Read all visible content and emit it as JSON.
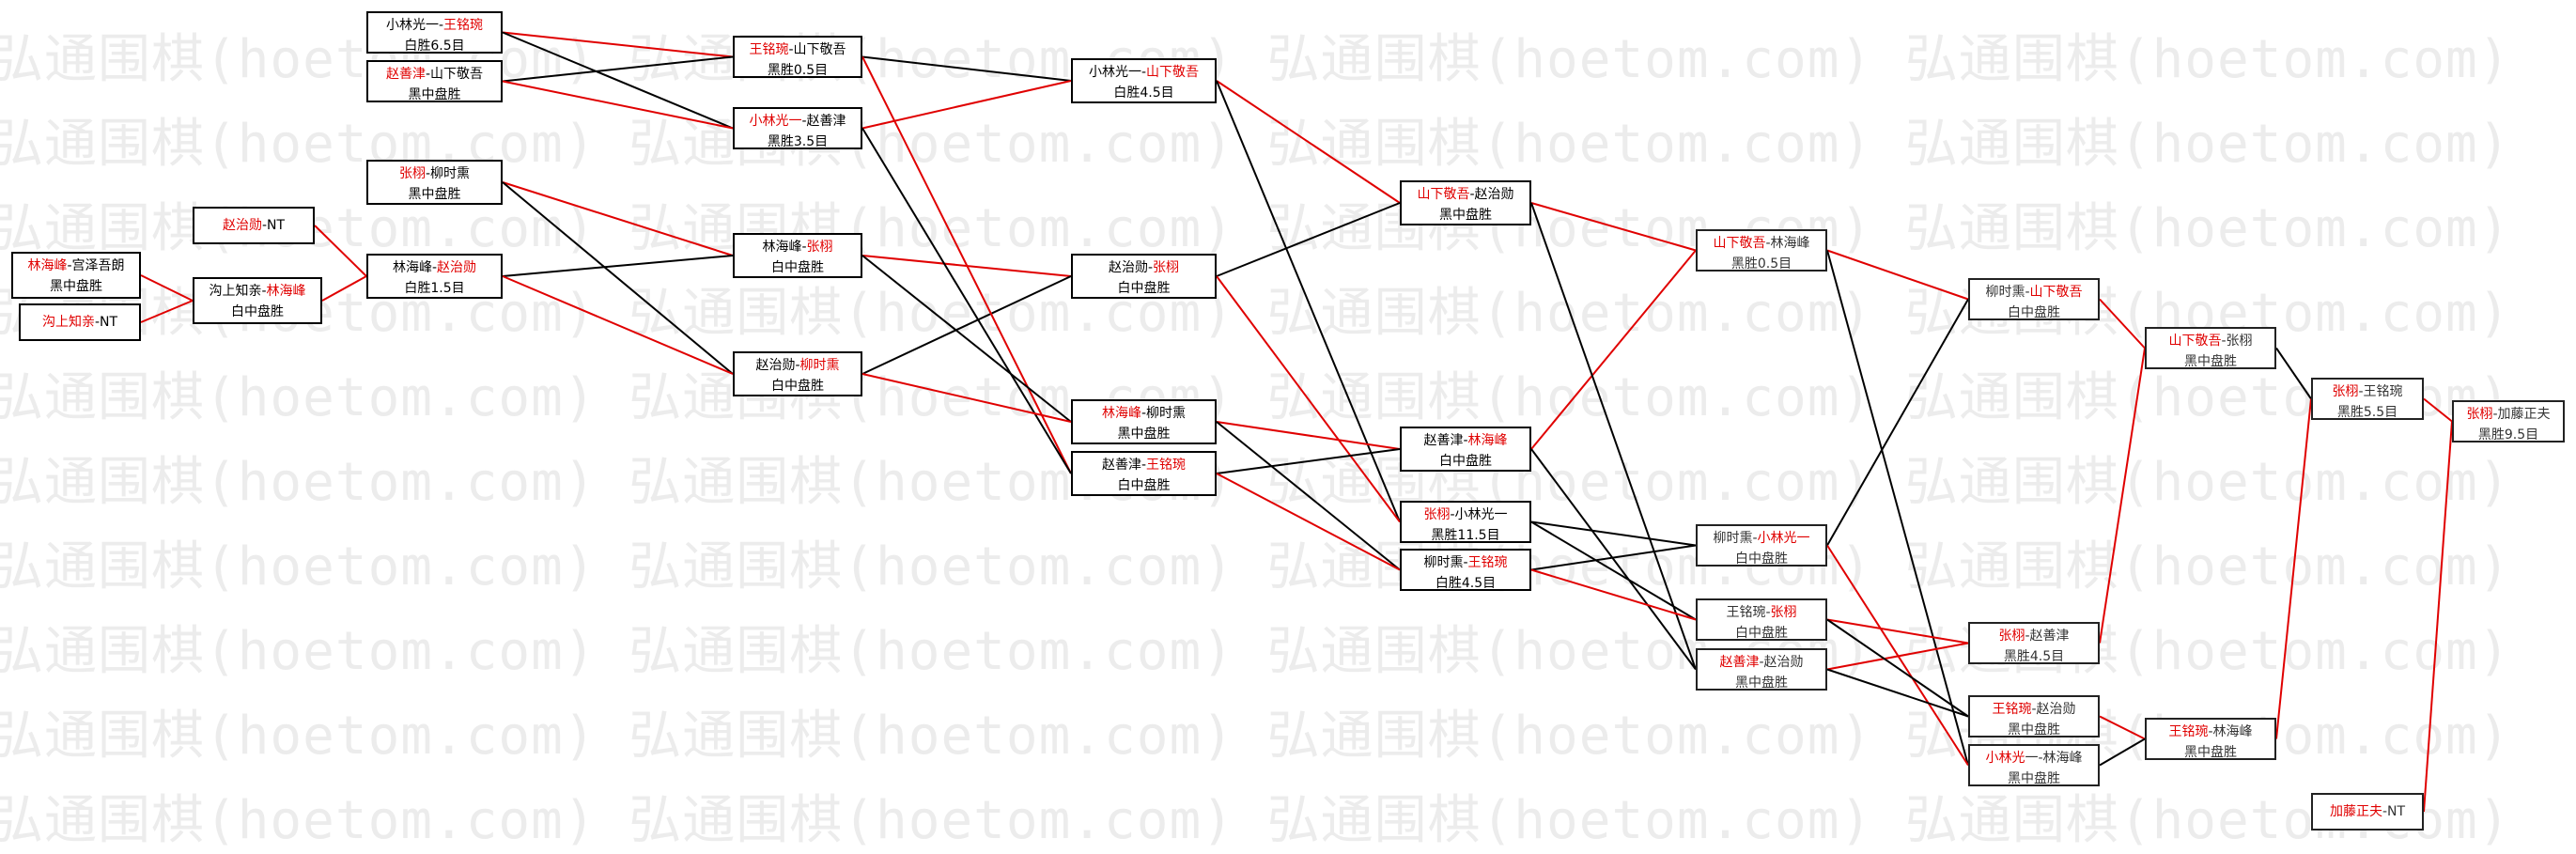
{
  "watermark_text": "弘通围棋(hoetom.com)",
  "colors": {
    "win_line": "#e00000",
    "loss_line": "#000000",
    "winner_name": "#e00000"
  },
  "nodes": [
    {
      "id": "a1",
      "names": [
        {
          "t": "林海峰",
          "w": true
        },
        {
          "t": "-宫泽吾朗",
          "w": false
        }
      ],
      "result": "黑中盘胜"
    },
    {
      "id": "a2",
      "names": [
        {
          "t": "沟上知亲",
          "w": true
        },
        {
          "t": "-NT",
          "w": false
        }
      ],
      "result": ""
    },
    {
      "id": "a3",
      "names": [
        {
          "t": "赵治勋",
          "w": true
        },
        {
          "t": "-NT",
          "w": false
        }
      ],
      "result": ""
    },
    {
      "id": "a4",
      "names": [
        {
          "t": "沟上知亲-",
          "w": false
        },
        {
          "t": "林海峰",
          "w": true
        }
      ],
      "result": "白中盘胜"
    },
    {
      "id": "b1",
      "names": [
        {
          "t": "小林光一-",
          "w": false
        },
        {
          "t": "王铭琬",
          "w": true
        }
      ],
      "result": "白胜6.5目"
    },
    {
      "id": "b2",
      "names": [
        {
          "t": "赵善津",
          "w": true
        },
        {
          "t": "-山下敬吾",
          "w": false
        }
      ],
      "result": "黑中盘胜"
    },
    {
      "id": "b3",
      "names": [
        {
          "t": "张栩",
          "w": true
        },
        {
          "t": "-柳时熏",
          "w": false
        }
      ],
      "result": "黑中盘胜"
    },
    {
      "id": "b4",
      "names": [
        {
          "t": "林海峰-",
          "w": false
        },
        {
          "t": "赵治勋",
          "w": true
        }
      ],
      "result": "白胜1.5目"
    },
    {
      "id": "c1",
      "names": [
        {
          "t": "王铭琬",
          "w": true
        },
        {
          "t": "-山下敬吾",
          "w": false
        }
      ],
      "result": "黑胜0.5目"
    },
    {
      "id": "c2",
      "names": [
        {
          "t": "小林光一",
          "w": true
        },
        {
          "t": "-赵善津",
          "w": false
        }
      ],
      "result": "黑胜3.5目"
    },
    {
      "id": "c3",
      "names": [
        {
          "t": "林海峰-",
          "w": false
        },
        {
          "t": "张栩",
          "w": true
        }
      ],
      "result": "白中盘胜"
    },
    {
      "id": "c4",
      "names": [
        {
          "t": "赵治勋-",
          "w": false
        },
        {
          "t": "柳时熏",
          "w": true
        }
      ],
      "result": "白中盘胜"
    },
    {
      "id": "d1",
      "names": [
        {
          "t": "小林光一-",
          "w": false
        },
        {
          "t": "山下敬吾",
          "w": true
        }
      ],
      "result": "白胜4.5目"
    },
    {
      "id": "d2",
      "names": [
        {
          "t": "赵治勋-",
          "w": false
        },
        {
          "t": "张栩",
          "w": true
        }
      ],
      "result": "白中盘胜"
    },
    {
      "id": "d3",
      "names": [
        {
          "t": "林海峰",
          "w": true
        },
        {
          "t": "-柳时熏",
          "w": false
        }
      ],
      "result": "黑中盘胜"
    },
    {
      "id": "d4",
      "names": [
        {
          "t": "赵善津-",
          "w": false
        },
        {
          "t": "王铭琬",
          "w": true
        }
      ],
      "result": "白中盘胜"
    },
    {
      "id": "e1",
      "names": [
        {
          "t": "山下敬吾",
          "w": true
        },
        {
          "t": "-赵治勋",
          "w": false
        }
      ],
      "result": "黑中盘胜"
    },
    {
      "id": "e2",
      "names": [
        {
          "t": "赵善津-",
          "w": false
        },
        {
          "t": "林海峰",
          "w": true
        }
      ],
      "result": "白中盘胜"
    },
    {
      "id": "e3",
      "names": [
        {
          "t": "张栩",
          "w": true
        },
        {
          "t": "-小林光一",
          "w": false
        }
      ],
      "result": "黑胜11.5目"
    },
    {
      "id": "e4",
      "names": [
        {
          "t": "柳时熏-",
          "w": false
        },
        {
          "t": "王铭琬",
          "w": true
        }
      ],
      "result": "白胜4.5目"
    },
    {
      "id": "f1",
      "names": [
        {
          "t": "山下敬吾",
          "w": true
        },
        {
          "t": "-林海峰",
          "w": false
        }
      ],
      "result": "黑胜0.5目"
    },
    {
      "id": "f2",
      "names": [
        {
          "t": "柳时熏-",
          "w": false
        },
        {
          "t": "小林光一",
          "w": true
        }
      ],
      "result": "白中盘胜"
    },
    {
      "id": "f3",
      "names": [
        {
          "t": "王铭琬-",
          "w": false
        },
        {
          "t": "张栩",
          "w": true
        }
      ],
      "result": "白中盘胜"
    },
    {
      "id": "f4",
      "names": [
        {
          "t": "赵善津",
          "w": true
        },
        {
          "t": "-赵治勋",
          "w": false
        }
      ],
      "result": "黑中盘胜"
    },
    {
      "id": "g1",
      "names": [
        {
          "t": "柳时熏-",
          "w": false
        },
        {
          "t": "山下敬吾",
          "w": true
        }
      ],
      "result": "白中盘胜"
    },
    {
      "id": "g2",
      "names": [
        {
          "t": "张栩",
          "w": true
        },
        {
          "t": "-赵善津",
          "w": false
        }
      ],
      "result": "黑胜4.5目"
    },
    {
      "id": "g3",
      "names": [
        {
          "t": "王铭琬",
          "w": true
        },
        {
          "t": "-赵治勋",
          "w": false
        }
      ],
      "result": "黑中盘胜"
    },
    {
      "id": "g4",
      "names": [
        {
          "t": "小林光",
          "w": true
        },
        {
          "t": "一-林海峰",
          "w": false
        }
      ],
      "result": "黑中盘胜"
    },
    {
      "id": "h1",
      "names": [
        {
          "t": "山下敬吾",
          "w": true
        },
        {
          "t": "-张栩",
          "w": false
        }
      ],
      "result": "黑中盘胜"
    },
    {
      "id": "h2",
      "names": [
        {
          "t": "王铭琬",
          "w": true
        },
        {
          "t": "-林海峰",
          "w": false
        }
      ],
      "result": "黑中盘胜"
    },
    {
      "id": "i1",
      "names": [
        {
          "t": "张栩",
          "w": true
        },
        {
          "t": "-王铭琬",
          "w": false
        }
      ],
      "result": "黑胜5.5目"
    },
    {
      "id": "i2",
      "names": [
        {
          "t": "加藤正夫",
          "w": true
        },
        {
          "t": "-NT",
          "w": false
        }
      ],
      "result": ""
    },
    {
      "id": "j1",
      "names": [
        {
          "t": "张栩",
          "w": true
        },
        {
          "t": "-加藤正夫",
          "w": false
        }
      ],
      "result": "黑胜9.5目"
    }
  ],
  "edges": [
    {
      "from": "a1",
      "to": "a4",
      "win": true
    },
    {
      "from": "a2",
      "to": "a4",
      "win": true
    },
    {
      "from": "a3",
      "to": "b4",
      "win": true
    },
    {
      "from": "a4",
      "to": "b4",
      "win": true
    },
    {
      "from": "b1",
      "to": "c1",
      "win": true
    },
    {
      "from": "b1",
      "to": "c2",
      "win": false
    },
    {
      "from": "b2",
      "to": "c1",
      "win": false
    },
    {
      "from": "b2",
      "to": "c2",
      "win": true
    },
    {
      "from": "b3",
      "to": "c3",
      "win": true
    },
    {
      "from": "b3",
      "to": "c4",
      "win": false
    },
    {
      "from": "b4",
      "to": "c3",
      "win": false
    },
    {
      "from": "b4",
      "to": "c4",
      "win": true
    },
    {
      "from": "c1",
      "to": "d1",
      "win": false
    },
    {
      "from": "c2",
      "to": "d1",
      "win": true
    },
    {
      "from": "c3",
      "to": "d2",
      "win": true
    },
    {
      "from": "c4",
      "to": "d2",
      "win": false
    },
    {
      "from": "c1",
      "to": "d4",
      "win": true
    },
    {
      "from": "c2",
      "to": "d4",
      "win": false
    },
    {
      "from": "c3",
      "to": "d3",
      "win": false
    },
    {
      "from": "c4",
      "to": "d3",
      "win": true
    },
    {
      "from": "d1",
      "to": "e1",
      "win": true
    },
    {
      "from": "d2",
      "to": "e1",
      "win": false
    },
    {
      "from": "d1",
      "to": "e3",
      "win": false
    },
    {
      "from": "d2",
      "to": "e3",
      "win": true
    },
    {
      "from": "d3",
      "to": "e2",
      "win": true
    },
    {
      "from": "d4",
      "to": "e2",
      "win": false
    },
    {
      "from": "d3",
      "to": "e4",
      "win": false
    },
    {
      "from": "d4",
      "to": "e4",
      "win": true
    },
    {
      "from": "e1",
      "to": "f1",
      "win": true
    },
    {
      "from": "e2",
      "to": "f1",
      "win": true
    },
    {
      "from": "e3",
      "to": "f2",
      "win": false
    },
    {
      "from": "e4",
      "to": "f2",
      "win": false
    },
    {
      "from": "e1",
      "to": "f4",
      "win": false
    },
    {
      "from": "e2",
      "to": "f4",
      "win": false
    },
    {
      "from": "e3",
      "to": "f3",
      "win": false
    },
    {
      "from": "e4",
      "to": "f3",
      "win": true
    },
    {
      "from": "f1",
      "to": "g1",
      "win": true
    },
    {
      "from": "f2",
      "to": "g1",
      "win": false
    },
    {
      "from": "f1",
      "to": "g4",
      "win": false
    },
    {
      "from": "f2",
      "to": "g4",
      "win": true
    },
    {
      "from": "f3",
      "to": "g2",
      "win": true
    },
    {
      "from": "f4",
      "to": "g2",
      "win": true
    },
    {
      "from": "f3",
      "to": "g3",
      "win": false
    },
    {
      "from": "f4",
      "to": "g3",
      "win": false
    },
    {
      "from": "g1",
      "to": "h1",
      "win": true
    },
    {
      "from": "g2",
      "to": "h1",
      "win": true
    },
    {
      "from": "g3",
      "to": "h2",
      "win": true
    },
    {
      "from": "g4",
      "to": "h2",
      "win": false
    },
    {
      "from": "h1",
      "to": "i1",
      "win": false
    },
    {
      "from": "h2",
      "to": "i1",
      "win": true
    },
    {
      "from": "i1",
      "to": "j1",
      "win": true
    },
    {
      "from": "i2",
      "to": "j1",
      "win": true
    }
  ]
}
